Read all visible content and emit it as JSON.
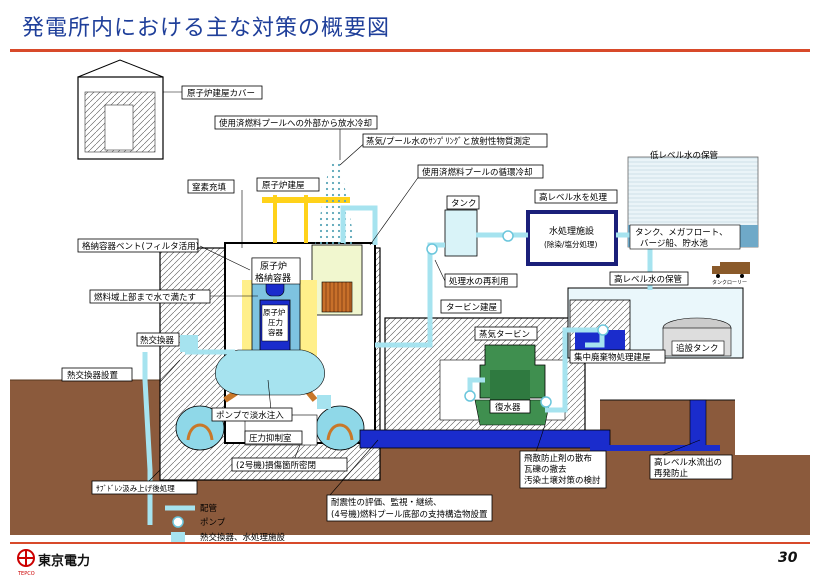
{
  "title": "発電所内における主な対策の概要図",
  "page_number": "30",
  "company": "東京電力",
  "company_sub": "TEPCO",
  "labels": {
    "cover": "原子炉建屋カバー",
    "spent_fuel_external_cooling": "使用済燃料プールへの外部から放水冷却",
    "steam_sampling": "蒸気/プール水のｻﾝﾌﾟﾘﾝｸﾞと放射性物質測定",
    "spent_fuel_circulating": "使用済燃料プールの循環冷却",
    "nitrogen": "窒素充填",
    "reactor_building": "原子炉建屋",
    "containment_vent": "格納容器ベント(フィルタ活用)",
    "fill_water": "燃料域上部まで水で満たす",
    "heat_exchanger": "熱交換器",
    "heat_exchanger_install": "熱交換器設置",
    "subdrain": "ｻﾌﾞﾄﾞﾚﾝ汲み上げ後処理",
    "containment": "原子炉\n格納容器",
    "rpv": "原子炉\n圧力\n容器",
    "pump_fresh_water": "ポンプで淡水注入",
    "suppression_chamber": "圧力抑制室",
    "damage_seal": "(2号機)損傷箇所密閉",
    "seismic_eval": "耐震性の評価、監視・継続、\n(4号機)燃料プール底部の支持構造物設置",
    "tank": "タンク",
    "high_level_treatment": "高レベル水を処理",
    "water_treatment_facility": "水処理施設",
    "water_treatment_sub": "(除染/塩分処理)",
    "treated_reuse": "処理水の再利用",
    "turbine_building": "タービン建屋",
    "steam_turbine": "蒸気タービン",
    "condenser": "復水器",
    "low_level_storage": "低レベル水の保管",
    "low_level_options": "タンク、メガフロート、\nバージ船、貯水池",
    "tank_lorry": "タンクローリー",
    "high_level_storage": "高レベル水の保管",
    "waste_building": "集中廃棄物処理建屋",
    "additional_tank": "追設タンク",
    "dust_prevention": "飛散防止剤の散布\n瓦礫の撤去\n汚染土壌対策の検討",
    "outflow_prevention": "高レベル水流出の\n再発防止"
  },
  "legend": {
    "piping": "配管",
    "pump": "ポンプ",
    "hx_facility": "熱交換器、水処理施設"
  },
  "colors": {
    "title": "#1f3f9a",
    "accent_rule": "#d84a2a",
    "ground": "#8b5a3c",
    "water": "#8fd8e8",
    "pipe": "#a6e3ef",
    "vessel_blue": "#1a2ccc",
    "yellow": "#ffd21a",
    "facility_navy": "#1a1f7a",
    "turbine_green": "#3f8f4f"
  }
}
